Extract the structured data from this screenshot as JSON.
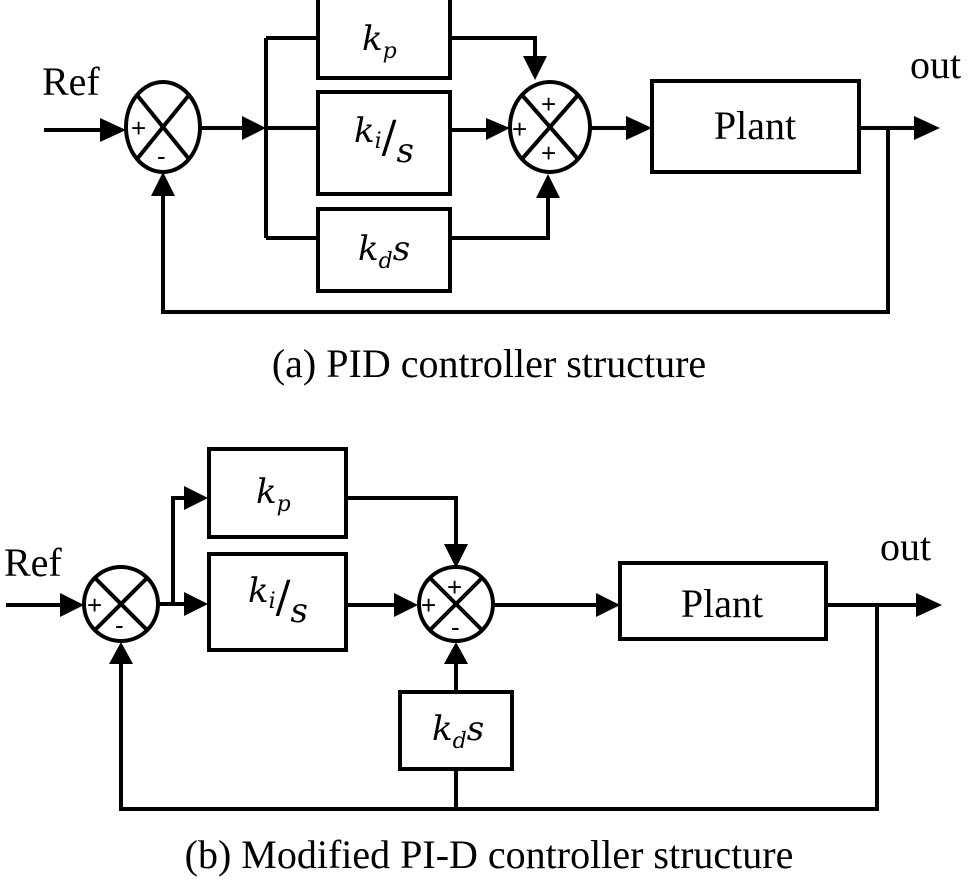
{
  "figure": {
    "panel_a": {
      "caption": "(a) PID controller structure",
      "input_label": "Ref",
      "output_label": "out",
      "blocks": {
        "kp": {
          "main": "k",
          "sub": "p"
        },
        "ki": {
          "main": "k",
          "sub": "i",
          "slash": "/",
          "den": "s"
        },
        "kd": {
          "main": "k",
          "sub": "d",
          "tail": "s"
        },
        "plant": "Plant"
      },
      "sum1_signs": {
        "left": "+",
        "bottom": "-"
      },
      "sum2_signs": {
        "top": "+",
        "left": "+",
        "bottom": "+"
      }
    },
    "panel_b": {
      "caption": "(b) Modified PI-D controller structure",
      "input_label": "Ref",
      "output_label": "out",
      "blocks": {
        "kp": {
          "main": "k",
          "sub": "p"
        },
        "ki": {
          "main": "k",
          "sub": "i",
          "slash": "/",
          "den": "s"
        },
        "kd": {
          "main": "k",
          "sub": "d",
          "tail": "s"
        },
        "plant": "Plant"
      },
      "sum1_signs": {
        "left": "+",
        "bottom": "-"
      },
      "sum2_signs": {
        "top": "+",
        "left": "+",
        "bottom": "-"
      }
    }
  }
}
